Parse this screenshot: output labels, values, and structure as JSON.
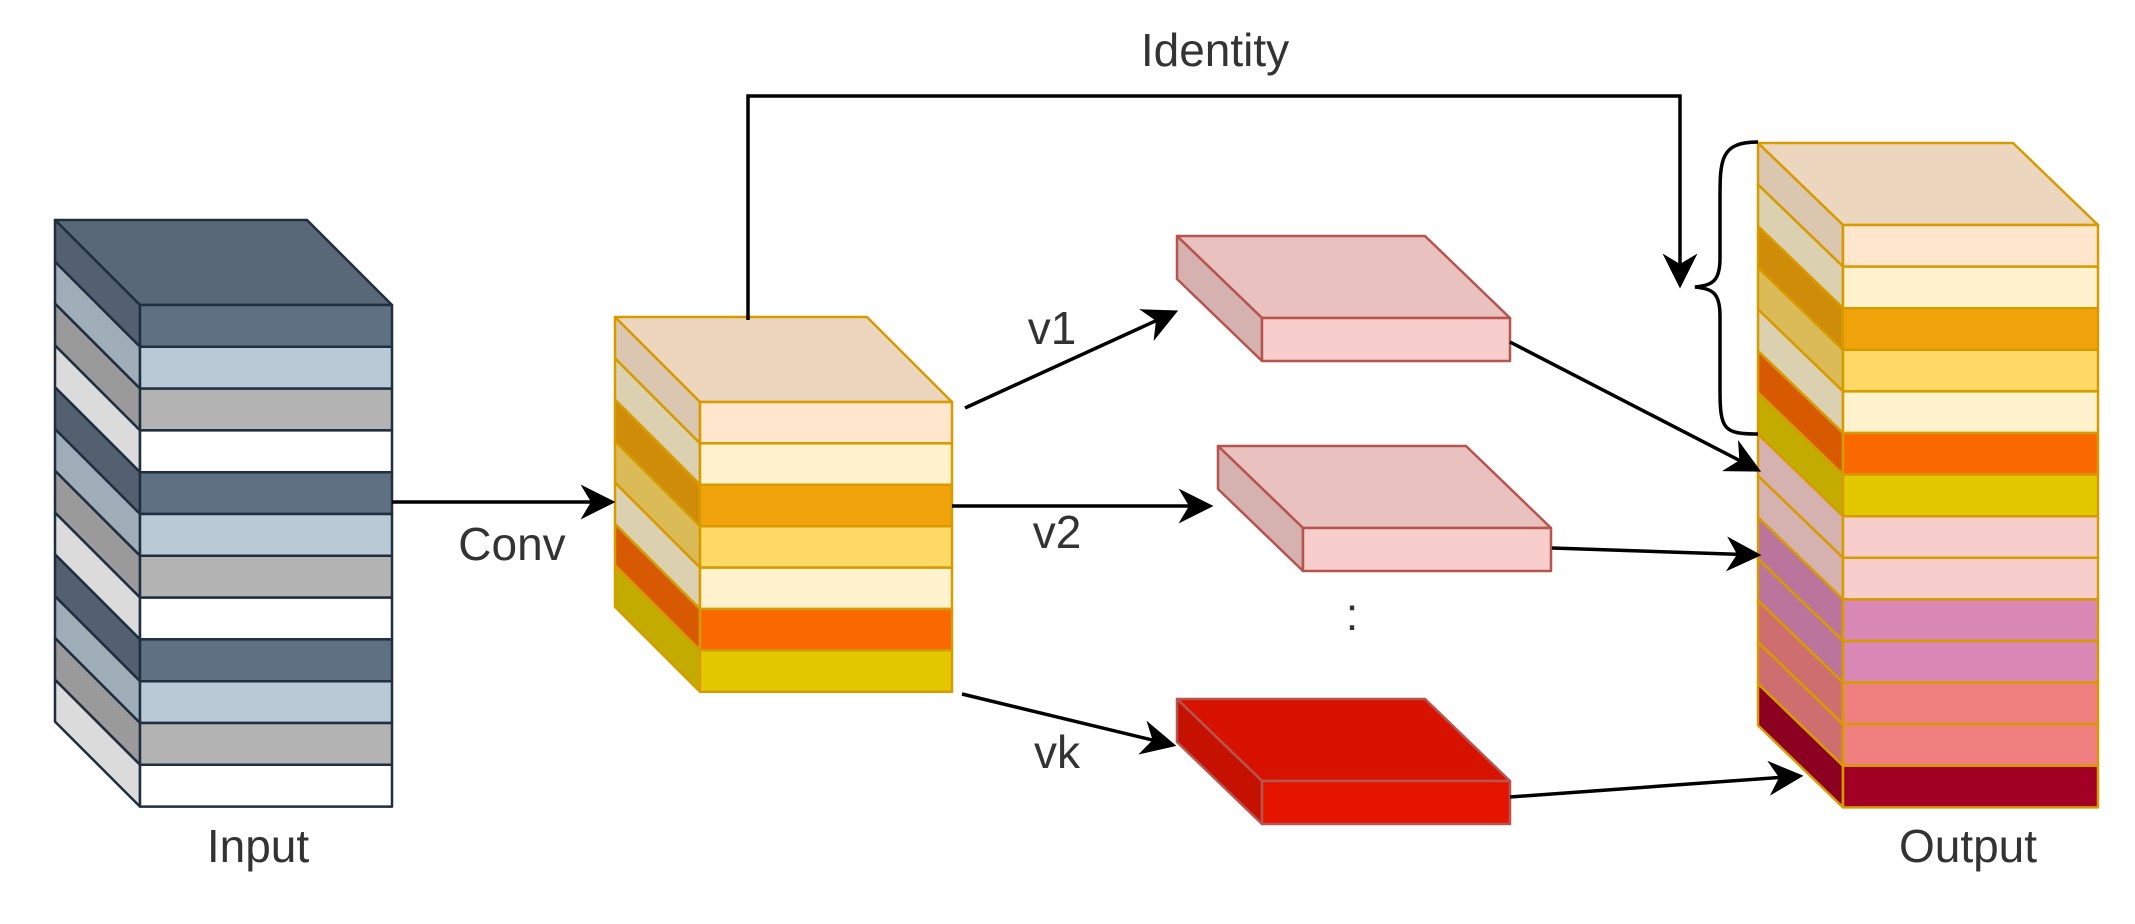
{
  "labels": {
    "identity": "Identity",
    "conv": "Conv",
    "v1": "v1",
    "v2": "v2",
    "vk": "vk",
    "dots": ":",
    "input": "Input",
    "output": "Output"
  },
  "colors": {
    "input_layers": [
      "#5f7082",
      "#b9c9d6",
      "#b3b3b3",
      "#ffffff",
      "#5f7082",
      "#b9c9d6",
      "#b3b3b3",
      "#ffffff",
      "#5f7082",
      "#b9c9d6",
      "#b3b3b3",
      "#ffffff"
    ],
    "input_border": "#1f2f3f",
    "conv_layers": [
      "#ffe6cc",
      "#fff2cc",
      "#f0a30a",
      "#ffd966",
      "#fff2cc",
      "#fa6800",
      "#e3c800"
    ],
    "conv_border": "#d79b00",
    "v1": "#f8cecc",
    "v2": "#f8cecc",
    "vk": "#e51400",
    "v_border": "#b85450",
    "output_layers": [
      "#ffe6cc",
      "#fff2cc",
      "#f0a30a",
      "#ffd966",
      "#fff2cc",
      "#fa6800",
      "#e3c800",
      "#f8cecc",
      "#f8cecc",
      "#d987b5",
      "#d987b5",
      "#f08080",
      "#f08080",
      "#a20025"
    ],
    "output_border": "#d79b00"
  }
}
